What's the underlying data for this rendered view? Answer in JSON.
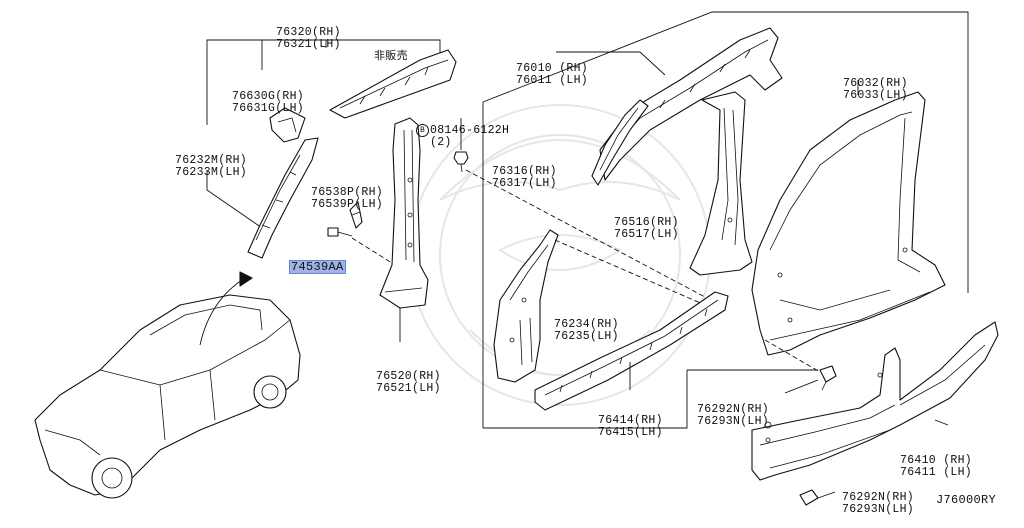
{
  "parts": {
    "p76320": [
      "76320(RH)",
      "76321(LH)"
    ],
    "not_for_sale": "非販売",
    "p76630": [
      "76630G(RH)",
      "76631G(LH)"
    ],
    "p76232": [
      "76232M(RH)",
      "76233M(LH)"
    ],
    "p76538": [
      "76538P(RH)",
      "76539P(LH)"
    ],
    "p74539": "74539AA",
    "p76520": [
      "76520(RH)",
      "76521(LH)"
    ],
    "bolt_symbol": "B",
    "bolt": "08146-6122H",
    "bolt_qty": "(2)",
    "p76010": [
      "76010 (RH)",
      "76011 (LH)"
    ],
    "p76032": [
      "76032(RH)",
      "76033(LH)"
    ],
    "p76316": [
      "76316(RH)",
      "76317(LH)"
    ],
    "p76516": [
      "76516(RH)",
      "76517(LH)"
    ],
    "p76234": [
      "76234(RH)",
      "76235(LH)"
    ],
    "p76414": [
      "76414(RH)",
      "76415(LH)"
    ],
    "p76292a": [
      "76292N(RH)",
      "76293N(LH)"
    ],
    "p76410": [
      "76410 (RH)",
      "76411 (LH)"
    ],
    "p76292b": [
      "76292N(RH)",
      "76293N(LH)"
    ]
  },
  "diagram_code": "J76000RY",
  "colors": {
    "highlight": "#9fb3e8",
    "line": "#111111",
    "watermark": "#e6e6e6"
  }
}
